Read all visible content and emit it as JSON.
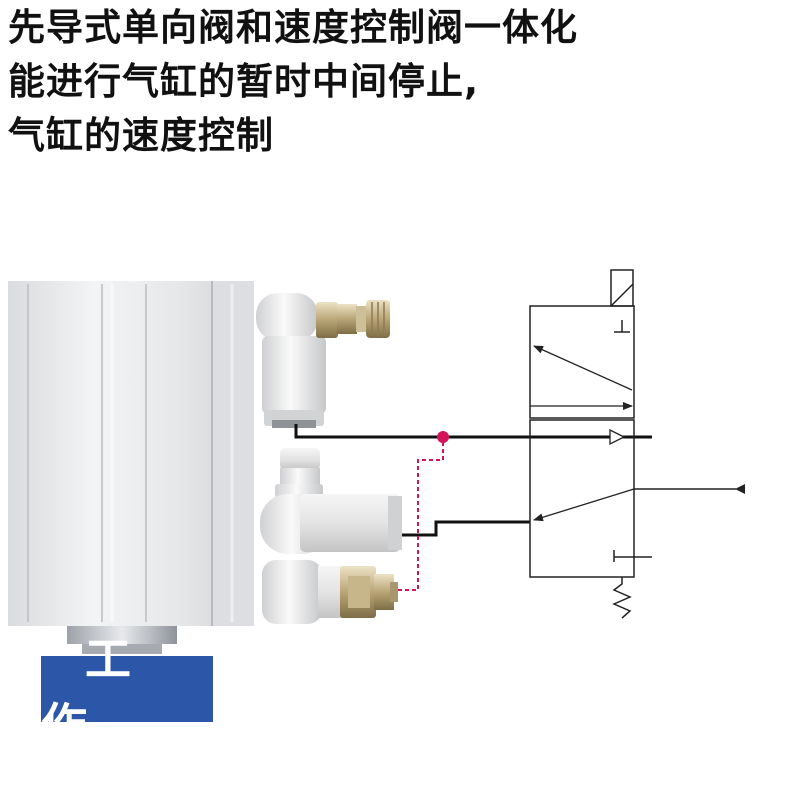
{
  "headline": {
    "line1": "先导式单向阀和速度控制阀一体化",
    "line2": "能进行气缸的暂时中间停止,",
    "line3": "气缸的速度控制"
  },
  "badge_label": "工 作",
  "colors": {
    "text": "#111111",
    "badge_bg": "#2c57a8",
    "pilot_line": "#d4145a",
    "pipe": "#111111",
    "valve_line": "#222222",
    "cylinder_body": "#e9eaec"
  }
}
